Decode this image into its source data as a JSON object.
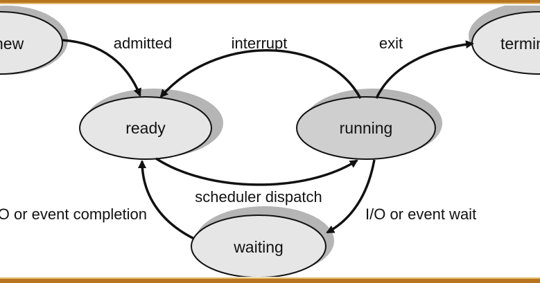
{
  "diagram": {
    "states": {
      "new": "new",
      "ready": "ready",
      "running": "running",
      "waiting": "waiting",
      "terminated": "terminated"
    },
    "transitions": {
      "admitted": "admitted",
      "interrupt": "interrupt",
      "exit": "exit",
      "scheduler_dispatch": "scheduler dispatch",
      "io_event_completion": "I/O or event completion",
      "io_event_wait": "I/O or event wait"
    }
  },
  "colors": {
    "border_outer": "#b8741f",
    "border_inner": "#e3b96f",
    "state_fill": "#e6e6e6",
    "running_fill": "#cfcfcf",
    "shadow": "#b5b5b5",
    "stroke": "#111111"
  }
}
